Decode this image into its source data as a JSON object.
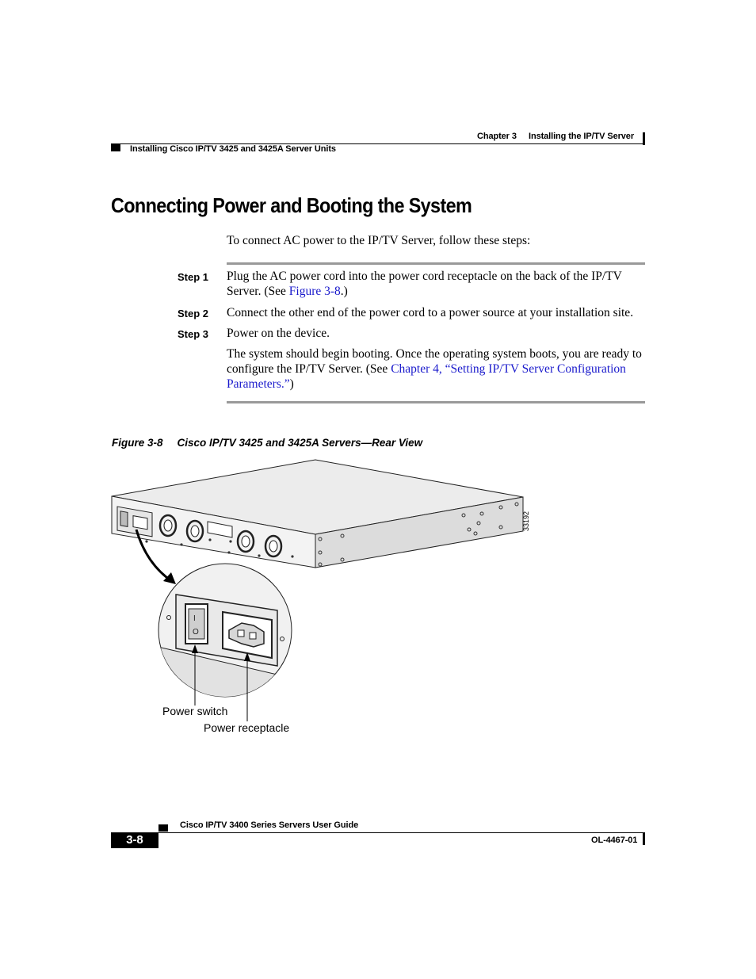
{
  "header": {
    "chapter": "Chapter 3",
    "chapter_title": "Installing the IP/TV Server",
    "section": "Installing Cisco IP/TV 3425 and 3425A Server Units"
  },
  "section_title": "Connecting Power and Booting the System",
  "intro": "To connect AC power to the IP/TV Server, follow these steps:",
  "steps": [
    {
      "label": "Step 1",
      "text_before": "Plug the AC power cord into the power cord receptacle on the back of the IP/TV Server. (See ",
      "link": "Figure 3-8",
      "text_after": ".)"
    },
    {
      "label": "Step 2",
      "text": "Connect the other end of the power cord to a power source at your installation site."
    },
    {
      "label": "Step 3",
      "text": "Power on the device."
    }
  ],
  "step3_note": {
    "text_before": "The system should begin booting. Once the operating system boots, you are ready to configure the IP/TV Server. (See ",
    "link": "Chapter 4, “Setting IP/TV Server Configuration Parameters.”",
    "text_after": ")"
  },
  "figure": {
    "number": "Figure 3-8",
    "title": "Cisco IP/TV 3425 and 3425A Servers—Rear View",
    "id_number": "33192",
    "callouts": {
      "power_switch": "Power switch",
      "power_receptacle": "Power receptacle"
    },
    "switch_marks": [
      "I",
      "O"
    ]
  },
  "footer": {
    "guide_title": "Cisco IP/TV 3400 Series Servers User Guide",
    "page_number": "3-8",
    "doc_id": "OL-4467-01"
  }
}
